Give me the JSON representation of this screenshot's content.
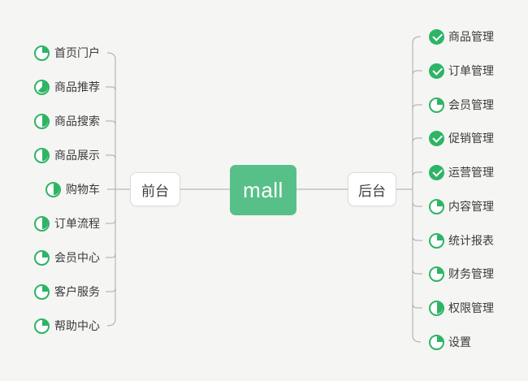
{
  "app": {
    "background_color": "#f5f5f3",
    "line_color": "#a9a9a7",
    "accent_green": "#2db464"
  },
  "root": {
    "label": "mall",
    "color": "#57c089",
    "text_color": "#ffffff"
  },
  "left_branch": {
    "label": "前台",
    "items": [
      {
        "label": "首页门户",
        "icon": "pie25"
      },
      {
        "label": "商品推荐",
        "icon": "pie62"
      },
      {
        "label": "商品搜索",
        "icon": "pie50"
      },
      {
        "label": "商品展示",
        "icon": "pie50"
      },
      {
        "label": "购物车",
        "icon": "pie50"
      },
      {
        "label": "订单流程",
        "icon": "pie50"
      },
      {
        "label": "会员中心",
        "icon": "pie25"
      },
      {
        "label": "客户服务",
        "icon": "pie25"
      },
      {
        "label": "帮助中心",
        "icon": "pie25"
      }
    ]
  },
  "right_branch": {
    "label": "后台",
    "items": [
      {
        "label": "商品管理",
        "icon": "check"
      },
      {
        "label": "订单管理",
        "icon": "check"
      },
      {
        "label": "会员管理",
        "icon": "pie25"
      },
      {
        "label": "促销管理",
        "icon": "check"
      },
      {
        "label": "运营管理",
        "icon": "check"
      },
      {
        "label": "内容管理",
        "icon": "pie25"
      },
      {
        "label": "统计报表",
        "icon": "pie25"
      },
      {
        "label": "财务管理",
        "icon": "pie25"
      },
      {
        "label": "权限管理",
        "icon": "pie50"
      },
      {
        "label": "设置",
        "icon": "pie25"
      }
    ]
  }
}
